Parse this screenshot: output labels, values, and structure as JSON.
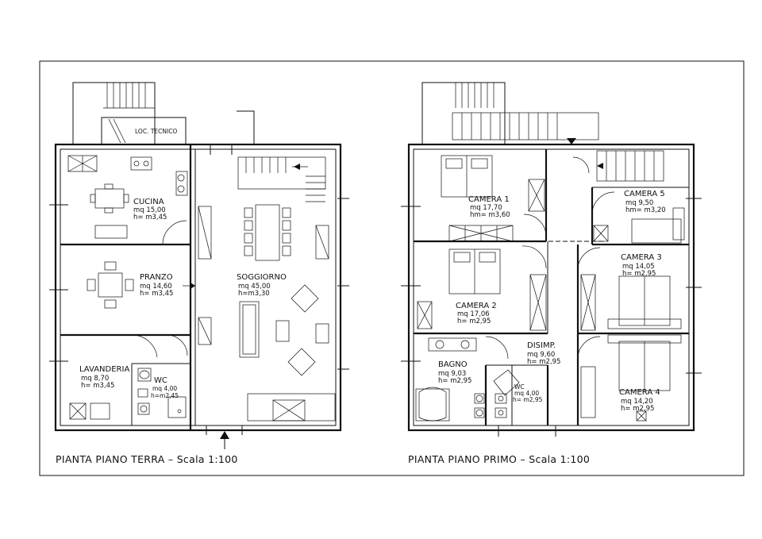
{
  "drawing": {
    "ground_floor": {
      "title": "PIANTA PIANO TERRA – Scala 1:100",
      "rooms": {
        "tecnico": {
          "name": "LOC. TECNICO"
        },
        "cucina": {
          "name": "CUCINA",
          "area": "mq 15,00",
          "height": "h= m3,45"
        },
        "pranzo": {
          "name": "PRANZO",
          "area": "mq 14,60",
          "height": "h= m3,45"
        },
        "soggiorno": {
          "name": "SOGGIORNO",
          "area": "mq 45,00",
          "height": "h=m3,30"
        },
        "lavanderia": {
          "name": "LAVANDERIA",
          "area": "mq 8,70",
          "height": "h= m3,45"
        },
        "wc": {
          "name": "WC",
          "area": "mq 4,00",
          "height": "h=m2,45"
        }
      }
    },
    "first_floor": {
      "title": "PIANTA PIANO PRIMO – Scala 1:100",
      "rooms": {
        "camera1": {
          "name": "CAMERA 1",
          "area": "mq 17,70",
          "height": "hm= m3,60"
        },
        "camera5": {
          "name": "CAMERA 5",
          "area": "mq 9,50",
          "height": "hm= m3,20"
        },
        "camera3": {
          "name": "CAMERA 3",
          "area": "mq 14,05",
          "height": "h= m2,95"
        },
        "camera2": {
          "name": "CAMERA 2",
          "area": "mq 17,06",
          "height": "h= m2,95"
        },
        "disimp": {
          "name": "DISIMP.",
          "area": "mq 9,60",
          "height": "h= m2,95"
        },
        "bagno": {
          "name": "BAGNO",
          "area": "mq 9,03",
          "height": "h= m2,95"
        },
        "wc": {
          "name": "WC",
          "area": "mq 4,00",
          "height": "h= m2,95"
        },
        "camera4": {
          "name": "CAMERA 4",
          "area": "mq 14,20",
          "height": "h= m2,95"
        }
      }
    }
  }
}
